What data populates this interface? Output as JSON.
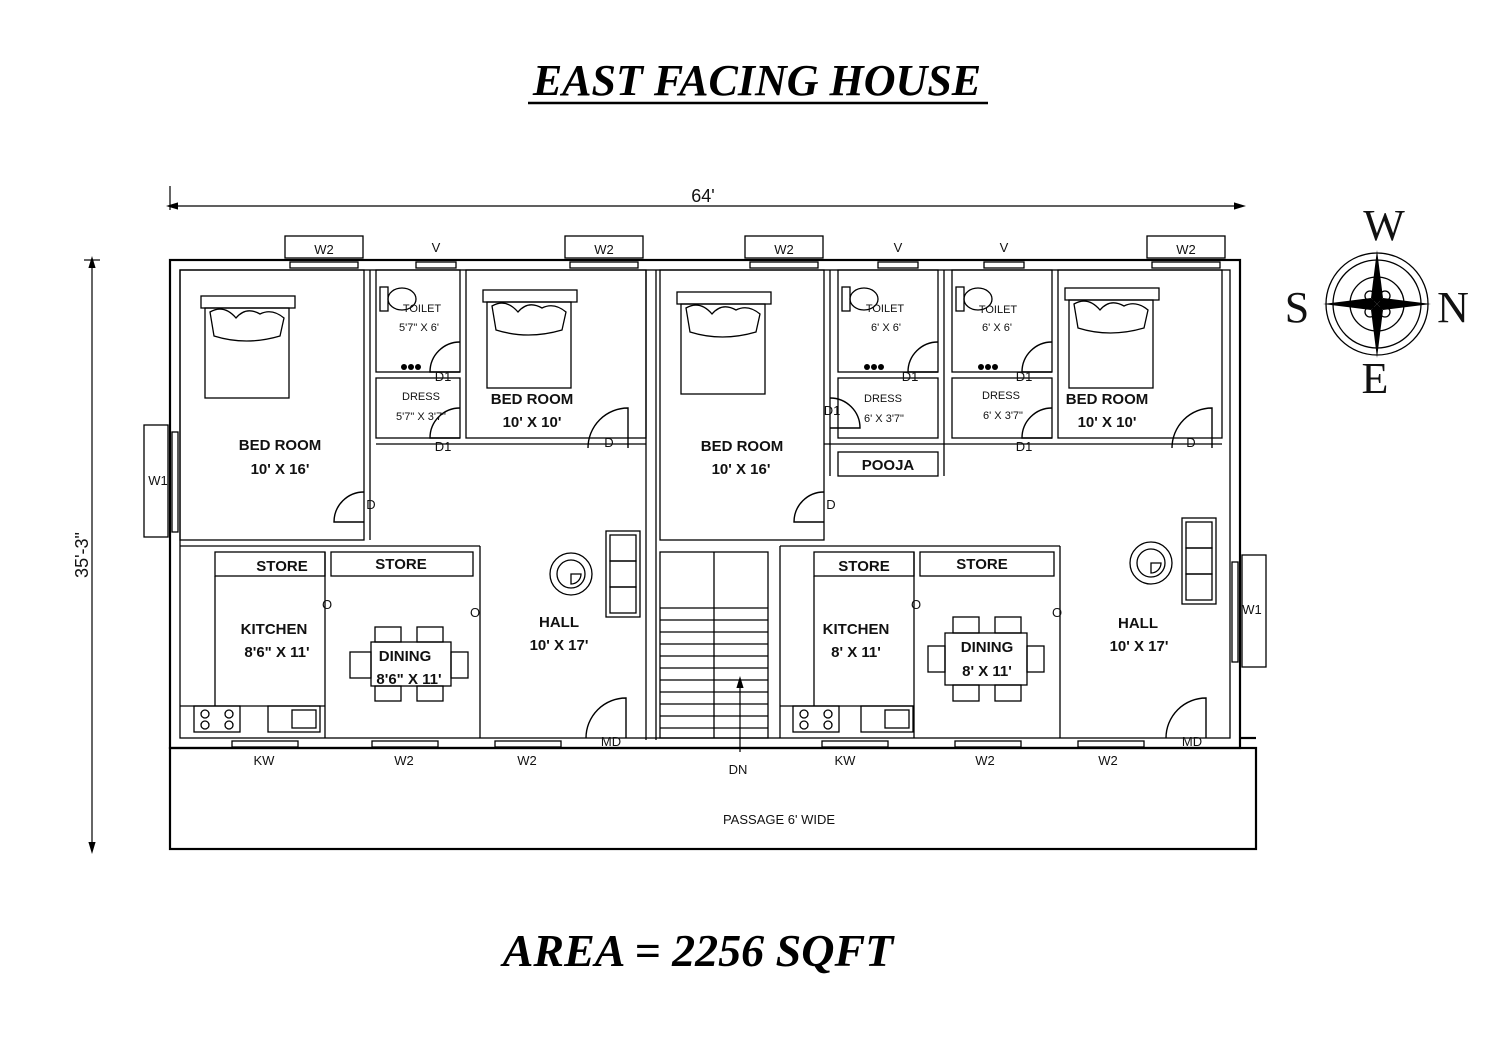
{
  "title": "EAST FACING HOUSE",
  "area_label": "AREA =  2256  SQFT",
  "dimensions": {
    "width": "64'",
    "depth": "35'-3\""
  },
  "compass": {
    "north": "N",
    "south": "S",
    "east": "E",
    "west": "W"
  },
  "rooms": {
    "left_bed_big": {
      "name": "BED ROOM",
      "size": "10' X 16'"
    },
    "left_toilet": {
      "name": "TOILET",
      "size": "5'7\" X 6'"
    },
    "left_dress": {
      "name": "DRESS",
      "size": "5'7\" X 3'7\""
    },
    "left_bed_small": {
      "name": "BED ROOM",
      "size": "10' X 10'"
    },
    "left_store1": {
      "name": "STORE"
    },
    "left_store2": {
      "name": "STORE"
    },
    "left_kitchen": {
      "name": "KITCHEN",
      "size": "8'6\" X 11'"
    },
    "left_dining": {
      "name": "DINING",
      "size": "8'6\" X 11'"
    },
    "left_hall": {
      "name": "HALL",
      "size": "10' X 17'"
    },
    "right_bed_big": {
      "name": "BED ROOM",
      "size": "10' X 16'"
    },
    "right_toilet1": {
      "name": "TOILET",
      "size": "6' X 6'"
    },
    "right_dress1": {
      "name": "DRESS",
      "size": "6' X 3'7\""
    },
    "right_toilet2": {
      "name": "TOILET",
      "size": "6' X 6'"
    },
    "right_dress2": {
      "name": "DRESS",
      "size": "6' X 3'7\""
    },
    "pooja": {
      "name": "POOJA"
    },
    "right_bed_small": {
      "name": "BED ROOM",
      "size": "10' X 10'"
    },
    "right_store1": {
      "name": "STORE"
    },
    "right_store2": {
      "name": "STORE"
    },
    "right_kitchen": {
      "name": "KITCHEN",
      "size": "8' X 11'"
    },
    "right_dining": {
      "name": "DINING",
      "size": "8' X 11'"
    },
    "right_hall": {
      "name": "HALL",
      "size": "10' X 17'"
    },
    "passage": {
      "name": "PASSAGE 6' WIDE"
    }
  },
  "labels": {
    "w1": "W1",
    "w2": "W2",
    "v": "V",
    "kw": "KW",
    "d": "D",
    "d1": "D1",
    "md": "MD",
    "o": "O",
    "dn": "DN"
  }
}
